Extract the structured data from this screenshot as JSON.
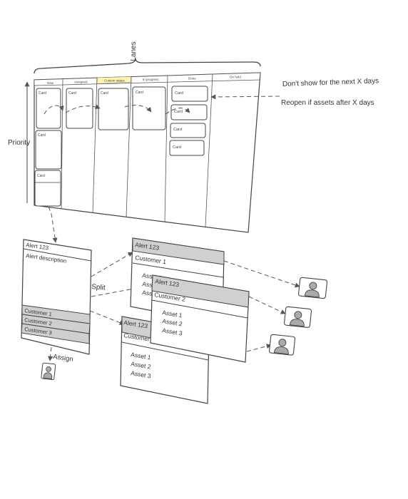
{
  "diagram": {
    "lanes_label": "Lanes",
    "priority_label": "Priority",
    "board_columns": [
      "New",
      "Assigned",
      "Custom status",
      "In progress",
      "Done",
      "On hold"
    ],
    "highlight_color": "#fff3b0",
    "card_label": "Card",
    "note_hide": "Don't show for the next X days",
    "note_reopen": "Reopen if assets after X days",
    "alert": {
      "title": "Alert 123",
      "description": "Alert description",
      "customers": [
        "Customer 1",
        "Customer 2",
        "Customer 3"
      ]
    },
    "split_label": "Split",
    "assign_label": "Assign",
    "split_alerts": [
      {
        "title": "Alert 123",
        "customer": "Customer 1",
        "assets": [
          "Asset 1",
          "Asset 2",
          "Asset 3"
        ]
      },
      {
        "title": "Alert 123",
        "customer": "Customer 2",
        "assets": [
          "Asset 1",
          "Asset 2",
          "Asset 3"
        ]
      },
      {
        "title": "Alert 123",
        "customer": "Customer 3",
        "assets": [
          "Asset 1",
          "Asset 2",
          "Asset 3"
        ]
      }
    ],
    "icons": [
      "user-icon",
      "user-icon",
      "user-icon",
      "user-icon"
    ]
  }
}
